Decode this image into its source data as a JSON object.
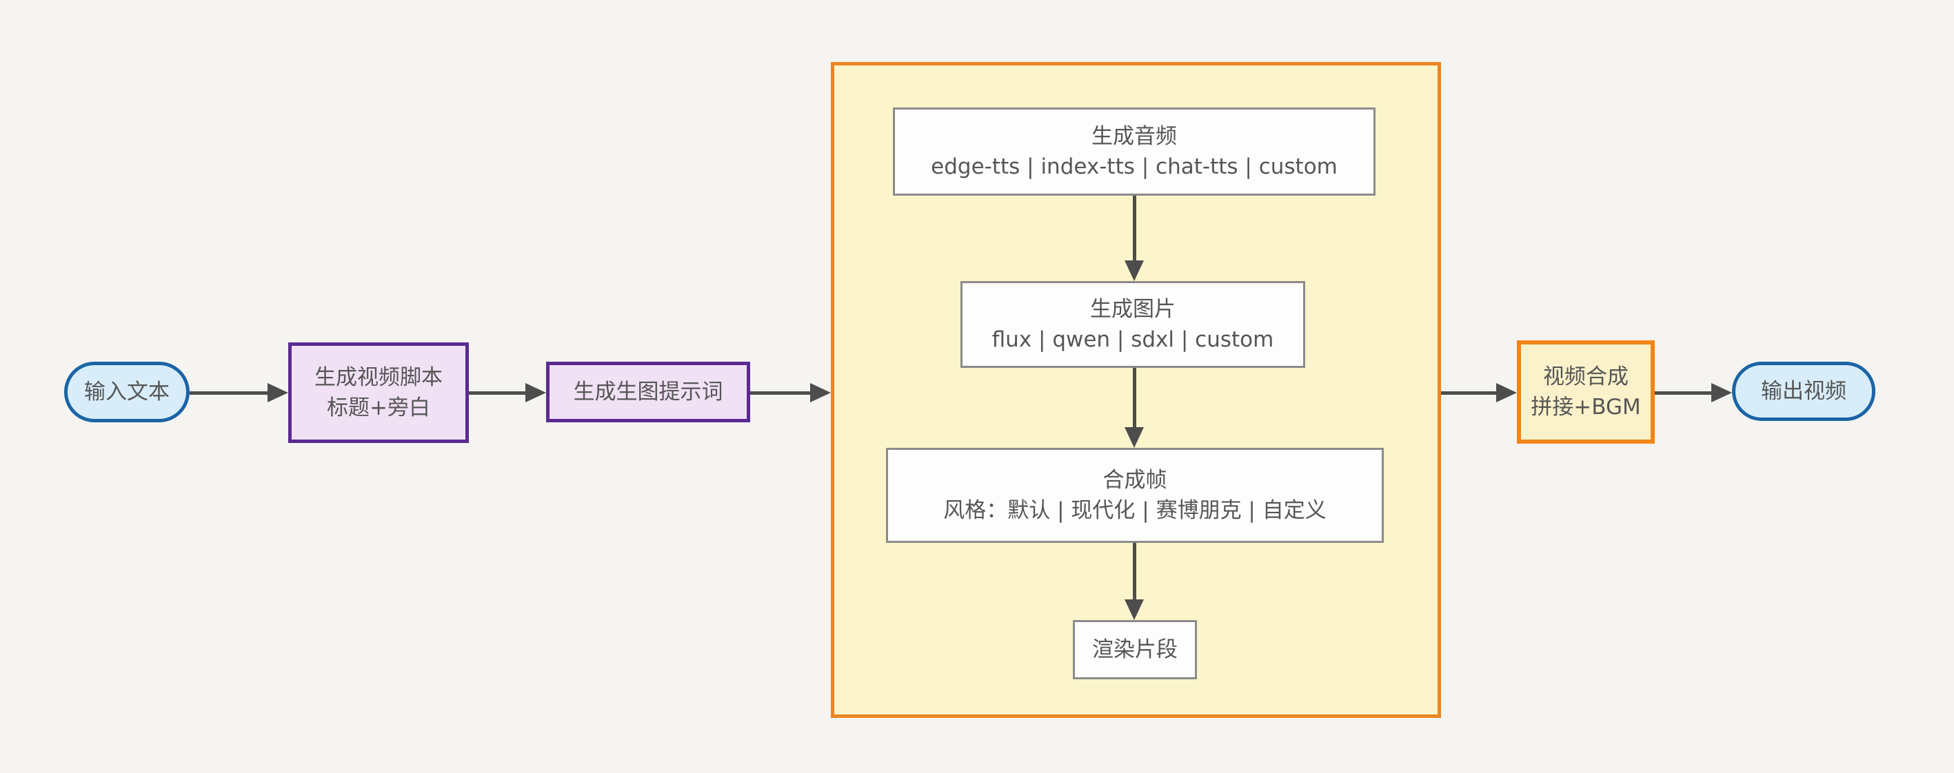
{
  "diagram": {
    "background": "#f5f4f1",
    "text_color": "#565656",
    "arrow_color": "#4d4d4d",
    "nodes": {
      "input": {
        "label": "输入文本",
        "fill": "#d8edf9",
        "border": "#1b64a5"
      },
      "script": {
        "line1": "生成视频脚本",
        "line2": "标题+旁白",
        "fill": "#f1e1f5",
        "border": "#5b2a91"
      },
      "prompt": {
        "label": "生成生图提示词",
        "fill": "#f1e1f5",
        "border": "#5b2a91"
      },
      "container": {
        "fill": "#fcf5cc",
        "border": "#ec8522"
      },
      "audio": {
        "line1": "生成音频",
        "line2": "edge-tts | index-tts | chat-tts | custom",
        "fill": "#fdfdfd",
        "border": "#8b8b8b"
      },
      "image": {
        "line1": "生成图片",
        "line2": "flux | qwen | sdxl | custom",
        "fill": "#fdfdfd",
        "border": "#8b8b8b"
      },
      "frame": {
        "line1": "合成帧",
        "line2": "风格：默认 | 现代化 | 赛博朋克 | 自定义",
        "fill": "#fdfdfd",
        "border": "#8b8b8b"
      },
      "render": {
        "label": "渲染片段",
        "fill": "#fdfdfd",
        "border": "#8b8b8b"
      },
      "compose": {
        "line1": "视频合成",
        "line2": "拼接+BGM",
        "fill": "#fbf2cb",
        "border": "#f08519"
      },
      "output": {
        "label": "输出视频",
        "fill": "#d8edf9",
        "border": "#1b64a5"
      }
    }
  }
}
